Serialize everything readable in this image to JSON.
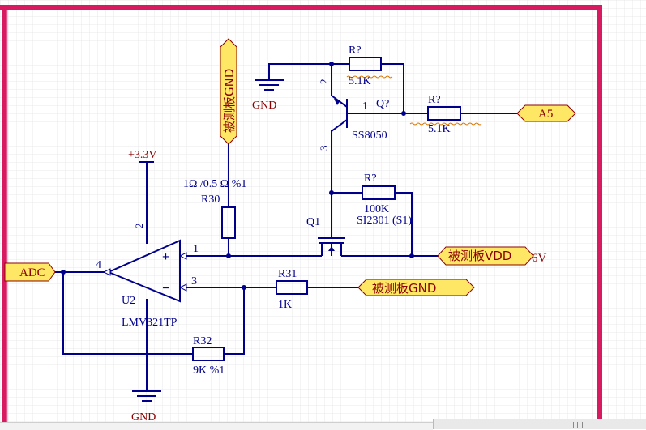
{
  "colors": {
    "wire": "#00008b",
    "text": "#00008b",
    "power_text": "#8b0000",
    "port_fill": "#ffe766",
    "port_stroke": "#8b0000",
    "sheet_border": "#d81b60",
    "grid": "#e6e6e6",
    "squiggle": "#d97706"
  },
  "ports": {
    "gnd_vertical": "被测板GND",
    "adc": "ADC",
    "a5": "A5",
    "vdd": "被测板VDD",
    "gnd_right": "被测板GND"
  },
  "power": {
    "gnd_top": "GND",
    "vcc": "+3.3V",
    "gnd_bottom": "GND"
  },
  "components": {
    "r_top": {
      "designator": "R?",
      "value": "5.1K"
    },
    "r_base": {
      "designator": "R?",
      "value": "5.1K"
    },
    "q_npn": {
      "designator": "Q?",
      "part": "SS8050"
    },
    "r_gate": {
      "designator": "R?",
      "value": "100K"
    },
    "q1": {
      "designator": "Q1",
      "part": "SI2301 (S1)"
    },
    "r30": {
      "designator": "R30",
      "value": "1Ω /0.5 Ω  %1"
    },
    "r31": {
      "designator": "R31",
      "value": "1K"
    },
    "r32": {
      "designator": "R32",
      "value": "9K %1"
    },
    "u2": {
      "designator": "U2",
      "part": "LMV321TP"
    }
  },
  "pins": {
    "npn_base": "1",
    "npn_collector": "2",
    "npn_emitter": "3",
    "opamp_vcc": "2",
    "opamp_noninv": "1",
    "opamp_inv": "3",
    "opamp_out": "4",
    "plus_sign": "+",
    "minus_sign": "−"
  },
  "annotations": {
    "voltage_suffix": "6V"
  }
}
